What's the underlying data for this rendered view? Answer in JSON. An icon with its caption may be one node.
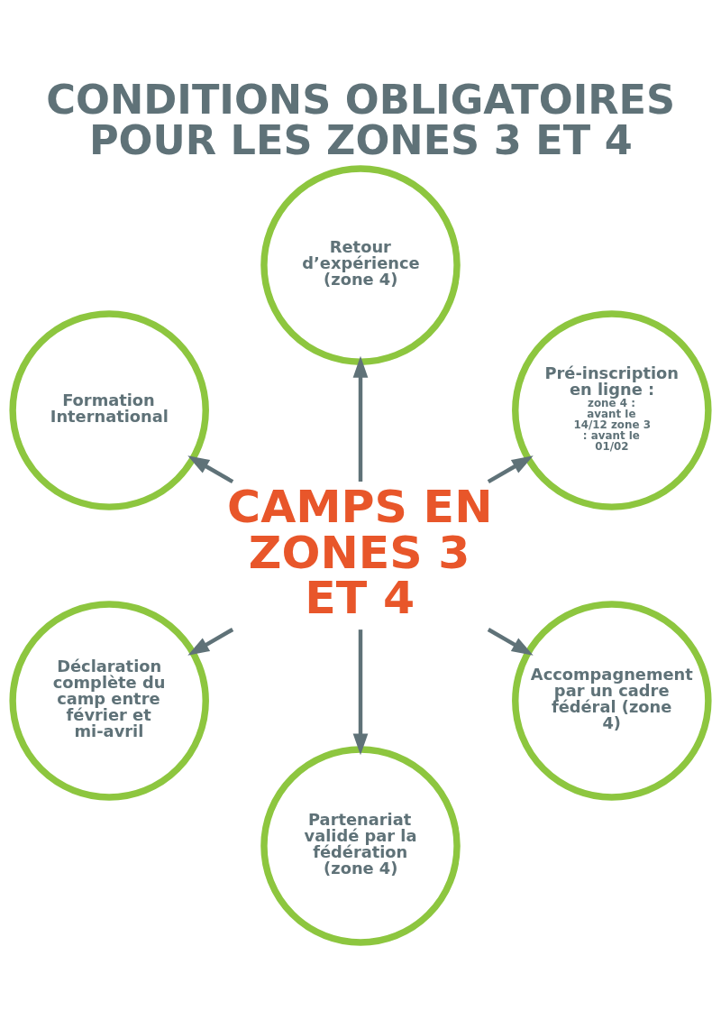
{
  "diagram": {
    "title": "CONDITIONS OBLIGATOIRES POUR LES ZONES 3 ET 4",
    "nodes": [
      {
        "text": [
          "Pré-inscription en ligne :",
          "zone 4 : avant le 14/12 zone 3 : avant le 01/02"
        ]
      },
      {
        "text": [
          "Retour d’expérience (zone 4)"
        ]
      },
      {
        "text": [
          "Formation International"
        ]
      },
      {
        "text": [
          "CAMPS EN ZONES 3 ET 4"
        ]
      },
      {
        "text": [
          "Déclaration complète du camp entre février et mi-avril"
        ]
      },
      {
        "text": [
          "Partenariat validé par la fédération (zone 4)"
        ]
      },
      {
        "text": [
          "Accompagnement par un cadre fédéral (zone 4)"
        ]
      }
    ],
    "edges": [
      {
        "from": 3,
        "to": 0,
        "arrow": "to"
      },
      {
        "from": 3,
        "to": 1,
        "arrow": "to"
      },
      {
        "from": 3,
        "to": 2,
        "arrow": "to"
      },
      {
        "from": 3,
        "to": 4,
        "arrow": "to"
      },
      {
        "from": 3,
        "to": 5,
        "arrow": "to"
      },
      {
        "from": 3,
        "to": 6,
        "arrow": "to"
      }
    ]
  }
}
